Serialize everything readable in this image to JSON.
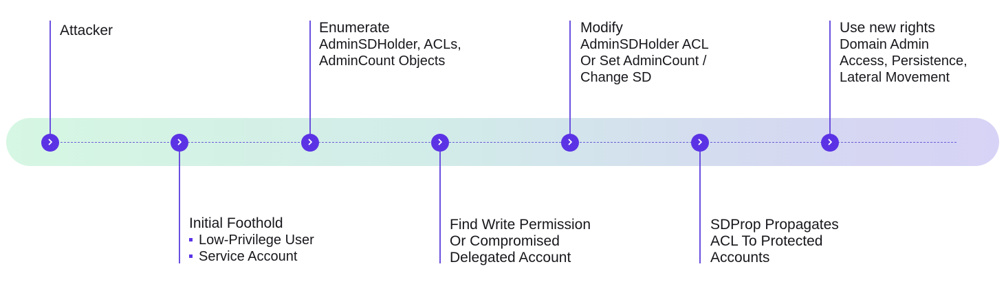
{
  "timeline": {
    "steps": [
      {
        "id": "attacker",
        "title": "Attacker",
        "sub": ""
      },
      {
        "id": "initial-foothold",
        "title": "Initial Foothold",
        "bullets": [
          "Low-Privilege User",
          "Service Account"
        ]
      },
      {
        "id": "enumerate",
        "title": "Enumerate",
        "sub": "AdminSDHolder, ACLs,\nAdminCount Objects"
      },
      {
        "id": "find-write-permission",
        "title": "Find Write Permission\nOr Compromised\nDelegated Account",
        "sub": ""
      },
      {
        "id": "modify",
        "title": "Modify",
        "sub": "AdminSDHolder ACL\nOr Set AdminCount /\nChange SD"
      },
      {
        "id": "sdprop-propagates",
        "title": "SDProp Propagates\nACL To Protected\nAccounts",
        "sub": ""
      },
      {
        "id": "use-new-rights",
        "title": "Use new rights",
        "sub": "Domain Admin\nAccess, Persistence,\nLateral Movement"
      }
    ],
    "node_icon": "chevron-right-icon",
    "colors": {
      "accent": "#5b33e5",
      "band_start": "#d6f7e3",
      "band_end": "#d7d3f6"
    }
  }
}
